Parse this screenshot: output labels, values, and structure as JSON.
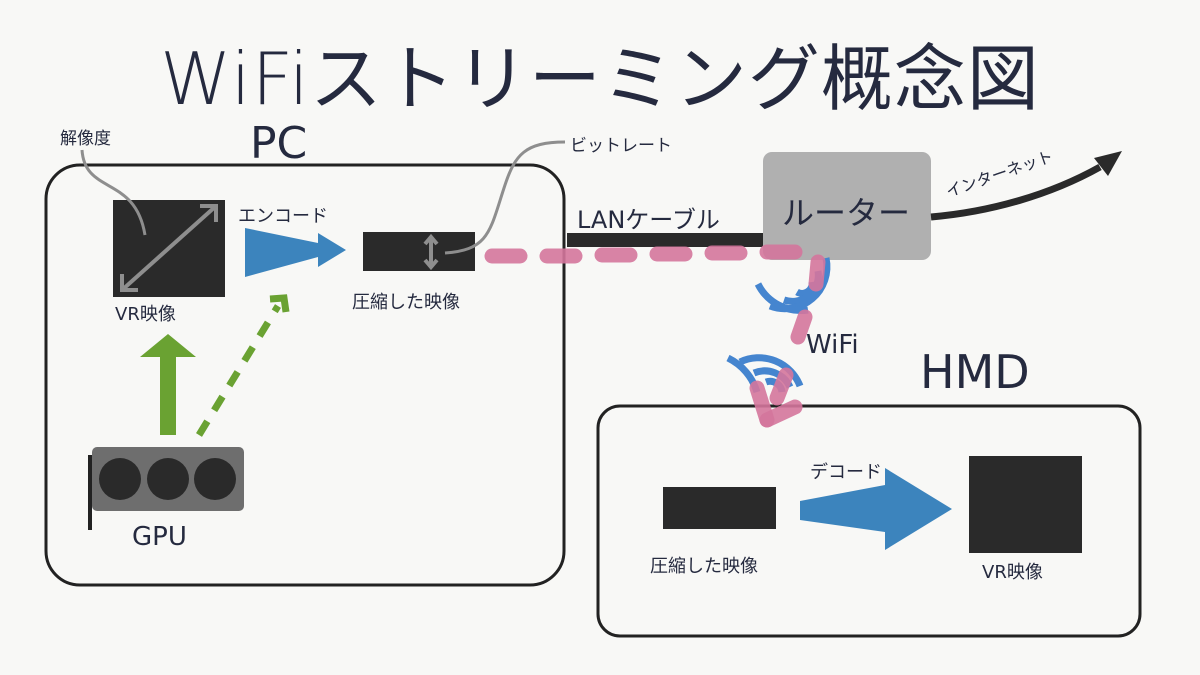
{
  "title": "WiFiストリーミング概念図",
  "groups": {
    "pc": "PC",
    "hmd": "HMD"
  },
  "labels": {
    "resolution": "解像度",
    "bitrate": "ビットレート",
    "encode": "エンコード",
    "decode": "デコード",
    "vr_video_pc": "VR映像",
    "compressed_video_pc": "圧縮した映像",
    "compressed_video_hmd": "圧縮した映像",
    "vr_video_hmd": "VR映像",
    "gpu": "GPU",
    "lan_cable": "LANケーブル",
    "router": "ルーター",
    "internet": "インターネット",
    "wifi": "WiFi"
  },
  "colors": {
    "background": "#f8f8f6",
    "text": "#252a3f",
    "box_fill": "#2a2a2a",
    "router_fill": "#b0b0b0",
    "encode_arrow": "#3c84bd",
    "gpu_arrow": "#6aa232",
    "data_path": "#d4769c",
    "wifi_icon": "#4585cf",
    "gpu_body": "#6e6e6e"
  }
}
